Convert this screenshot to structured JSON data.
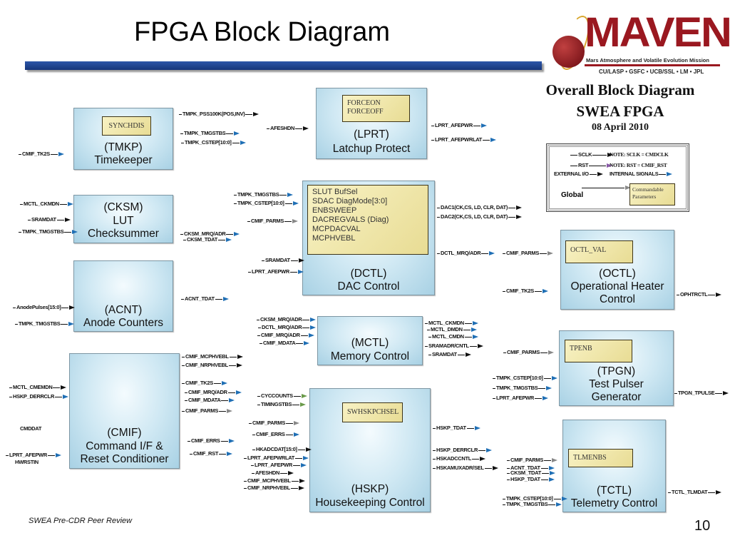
{
  "title": "FPGA Block Diagram",
  "logo": {
    "word": "MAVEN",
    "subtitle": "Mars Atmosphere and Volatile Evolution Mission",
    "partners": "CU/LASP • GSFC • UCB/SSL • LM • JPL"
  },
  "heading": {
    "line1": "Overall Block Diagram",
    "line2": "SWEA FPGA",
    "date": "08 April 2010"
  },
  "colors": {
    "block": "#a8d1e4",
    "param_box": "#e8dc94",
    "internal_arrow": "#1f6fb5",
    "bar": "#1f3f8f"
  },
  "blocks": {
    "tmkp": {
      "abbr": "(TMKP)",
      "name": "Timekeeper",
      "params": "SYNCHDIS",
      "signals": [
        "TMPK_PSS100K(POS,INV)",
        "TMPK_TMGSTBS",
        "TMPK_CSTEP[10:0]",
        "CMIF_TK2S"
      ]
    },
    "lprt": {
      "abbr": "(LPRT)",
      "name": "Latchup Protect",
      "params": [
        "FORCEON",
        "FORCEOFF"
      ],
      "signals": [
        "AFESHDN",
        "LPRT_AFEPWR",
        "LPRT_AFEPWRLAT"
      ]
    },
    "cksm": {
      "abbr": "(CKSM)",
      "name1": "LUT",
      "name2": "Checksummer",
      "signals": [
        "MCTL_CKMDN",
        "SRAMDAT",
        "TMPK_TMGSTBS",
        "CKSM_MRQ/ADR",
        "CKSM_TDAT"
      ]
    },
    "acnt": {
      "abbr": "(ACNT)",
      "name": "Anode Counters",
      "signals": [
        "AnodePulses[15:0]",
        "TMPK_TMGSTBS",
        "ACNT_TDAT"
      ]
    },
    "dctl": {
      "abbr": "(DCTL)",
      "name": "DAC Control",
      "params": [
        "SLUT BufSel",
        "SDAC DiagMode[3:0]",
        "ENBSWEEP",
        "DACREGVALS (Diag)",
        "MCPDACVAL",
        "MCPHVEBL"
      ],
      "signals": [
        "TMPK_TMGSTBS",
        "TMPK_CSTEP[10:0]",
        "CMIF_PARMS",
        "SRAMDAT",
        "LPRT_AFEPWR",
        "DAC1(CK,CS, LD, CLR, DAT)",
        "DAC2(CK,CS, LD, CLR, DAT)",
        "DCTL_MRQ/ADR"
      ]
    },
    "mctl": {
      "abbr": "(MCTL)",
      "name": "Memory Control",
      "signals": [
        "CKSM_MRQ/ADR",
        "DCTL_MRQ/ADR",
        "CMIF_MRQ/ADR",
        "CMIF_MDATA",
        "MCTL_CKMDN",
        "MCTL_DMDN",
        "MCTL_CMDN",
        "SRAMADR/CNTL",
        "SRAMDAT"
      ]
    },
    "cmif": {
      "abbr": "(CMIF)",
      "name1": "Command I/F &",
      "name2": "Reset Conditioner",
      "signals": [
        "MCTL_CMEMDN",
        "HSKP_DERRCLR",
        "CMDDAT",
        "LPRT_AFEPWR",
        "HWRSTIN",
        "CMIF_MCPHVEBL",
        "CMIF_NRPHVEBL",
        "CMIF_TK2S",
        "CMIF_MRQ/ADR",
        "CMIF_MDATA",
        "CMIF_PARMS",
        "CMIF_ERRS",
        "CMIF_RST"
      ]
    },
    "hskp": {
      "abbr": "(HSKP)",
      "name": "Housekeeping Control",
      "params": "SWHSKPCHSEL",
      "signals": [
        "CYCCOUNTS",
        "TIMINGSTBS",
        "CMIF_PARMS",
        "CMIF_ERRS",
        "HKADCDAT[15:0]",
        "LPRT_AFEPWRLAT",
        "LPRT_AFEPWR",
        "AFESHDN",
        "CMIF_MCPHVEBL",
        "CMIF_NRPHVEBL",
        "HSKP_TDAT",
        "HSKP_DERRCLR",
        "HSKADCCNTL",
        "HSKAMUXADR/SEL"
      ]
    },
    "octl": {
      "abbr": "(OCTL)",
      "name1": "Operational Heater",
      "name2": "Control",
      "params": "OCTL_VAL",
      "signals": [
        "CMIF_PARMS",
        "CMIF_TK2S",
        "OPHTRCTL"
      ]
    },
    "tpgn": {
      "abbr": "(TPGN)",
      "name1": "Test Pulser",
      "name2": "Generator",
      "params": "TPENB",
      "signals": [
        "CMIF_PARMS",
        "TMPK_CSTEP[10:0]",
        "TMPK_TMGSTBS",
        "LPRT_AFEPWR",
        "TPGN_TPULSE"
      ]
    },
    "tctl": {
      "abbr": "(TCTL)",
      "name": "Telemetry Control",
      "params": "TLMENBS",
      "signals": [
        "CMIF_PARMS",
        "ACNT_TDAT",
        "CKSM_TDAT",
        "HSKP_TDAT",
        "TMPK_CSTEP[10:0]",
        "TMPK_TMGSTBS",
        "TCTL_TLMDAT"
      ]
    }
  },
  "legend": {
    "sclk": "SCLK",
    "sclk_note": "NOTE: SCLK = CMDCLK",
    "rst": "RST",
    "rst_note": "NOTE: RST = CMIF_RST",
    "external": "EXTERNAL I/O",
    "internal": "INTERNAL SIGNALS",
    "params": "Commandable Parameters",
    "global": "Global"
  },
  "footer": {
    "text": "SWEA Pre-CDR Peer Review",
    "page": "10"
  }
}
